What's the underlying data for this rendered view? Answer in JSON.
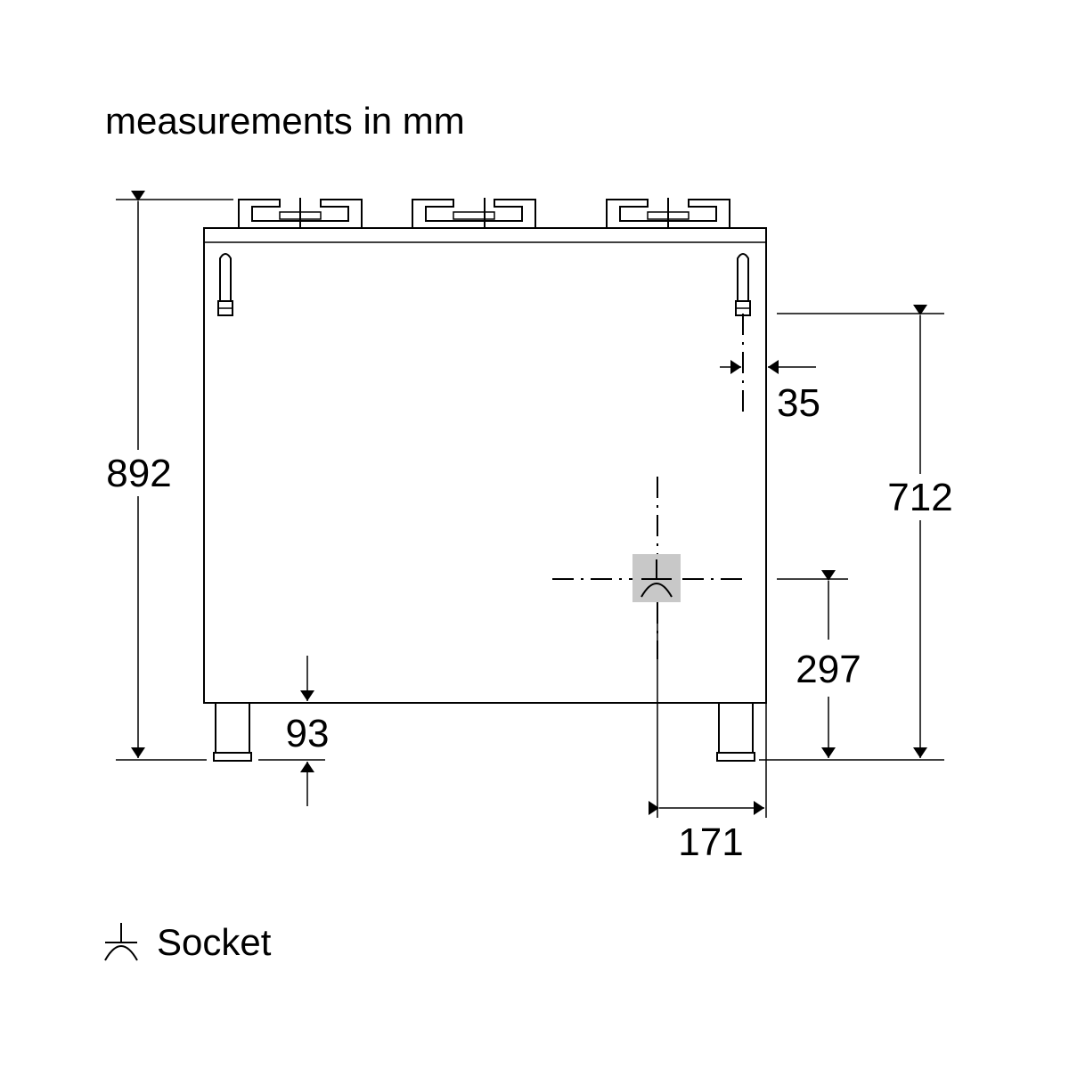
{
  "title": "measurements in mm",
  "dimensions": {
    "total_height": "892",
    "socket_height_from_floor": "712",
    "side_offset": "35",
    "socket_center_height": "297",
    "socket_from_side": "171",
    "foot_height": "93"
  },
  "legend": {
    "symbol": "socket-icon",
    "label": "Socket"
  },
  "colors": {
    "line": "#000000",
    "socket_highlight": "#c8c8c8",
    "background": "#ffffff"
  }
}
